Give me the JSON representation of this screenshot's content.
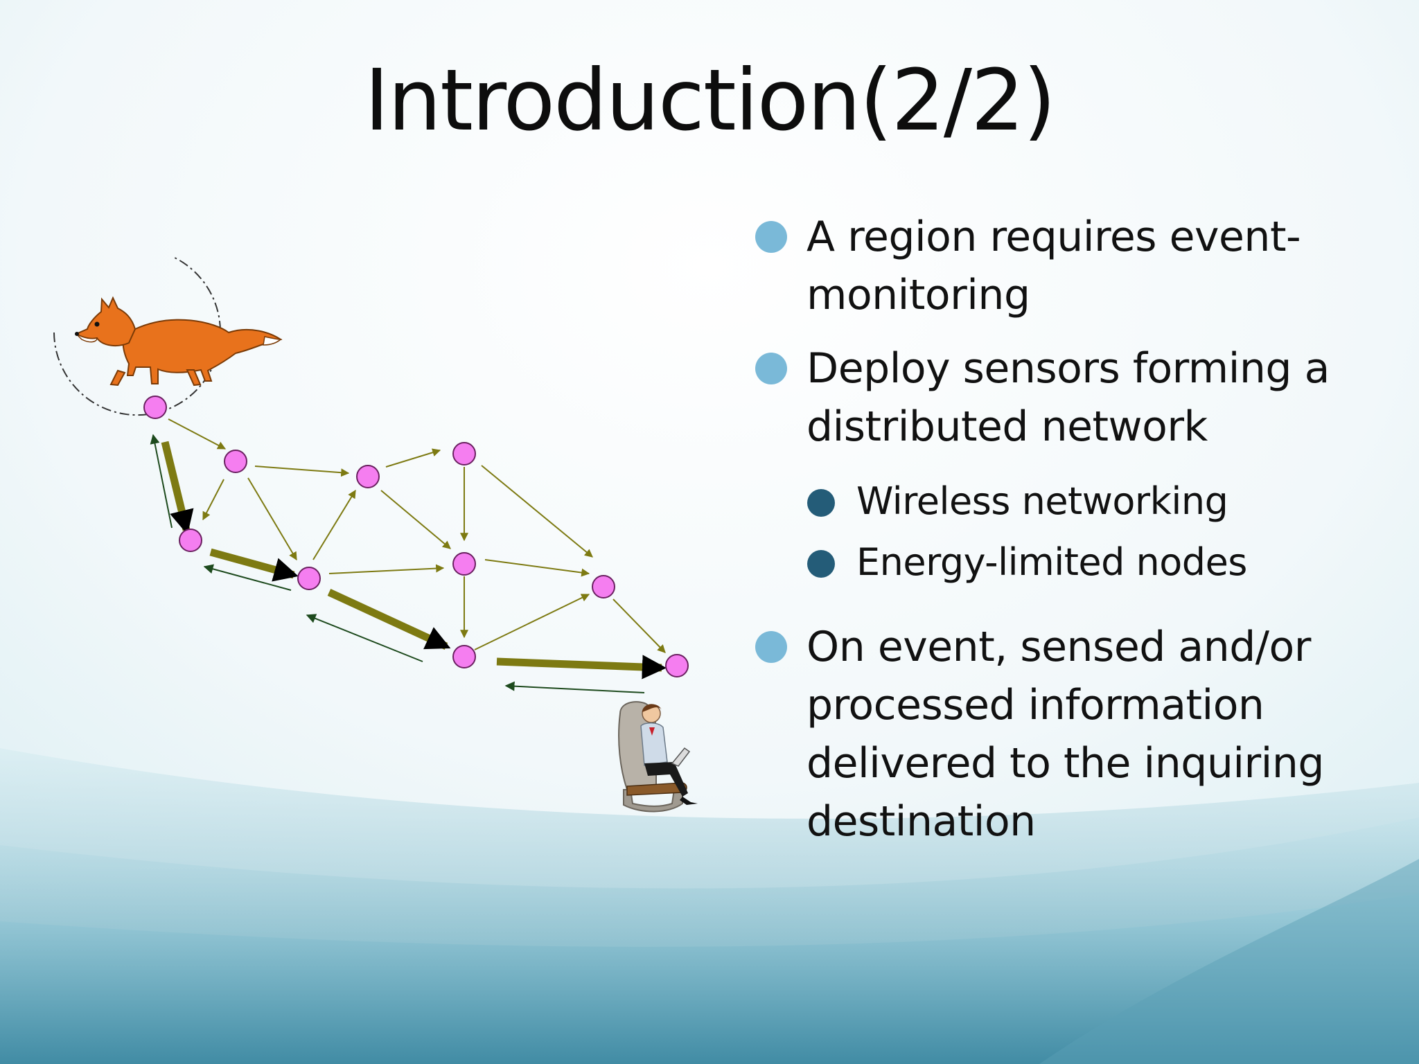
{
  "slide": {
    "title": "Introduction(2/2)"
  },
  "bullets": [
    {
      "text": "A region requires event-monitoring",
      "lines": [
        "A region requires event-",
        "monitoring"
      ]
    },
    {
      "text": "Deploy sensors forming a distributed network",
      "lines": [
        "Deploy sensors forming a",
        "distributed network"
      ]
    },
    {
      "text": "On event, sensed and/or processed information delivered to the inquiring destination",
      "lines": [
        "On event, sensed and/or",
        "processed information",
        "delivered to the inquiring",
        "destination"
      ]
    }
  ],
  "sub_bullets": [
    {
      "text": "Wireless networking"
    },
    {
      "text": "Energy-limited nodes"
    }
  ],
  "colors": {
    "bullet_primary": "#7ab9d8",
    "bullet_secondary": "#245c78",
    "node_fill": "#f57ef0",
    "edge": "#7d7a12",
    "path": "#7d7a12",
    "reply": "#1d4a1d"
  },
  "icons": {
    "event_source": "fox-icon",
    "destination": "person-with-laptop-icon",
    "sensing_range": "dashed-circle"
  }
}
